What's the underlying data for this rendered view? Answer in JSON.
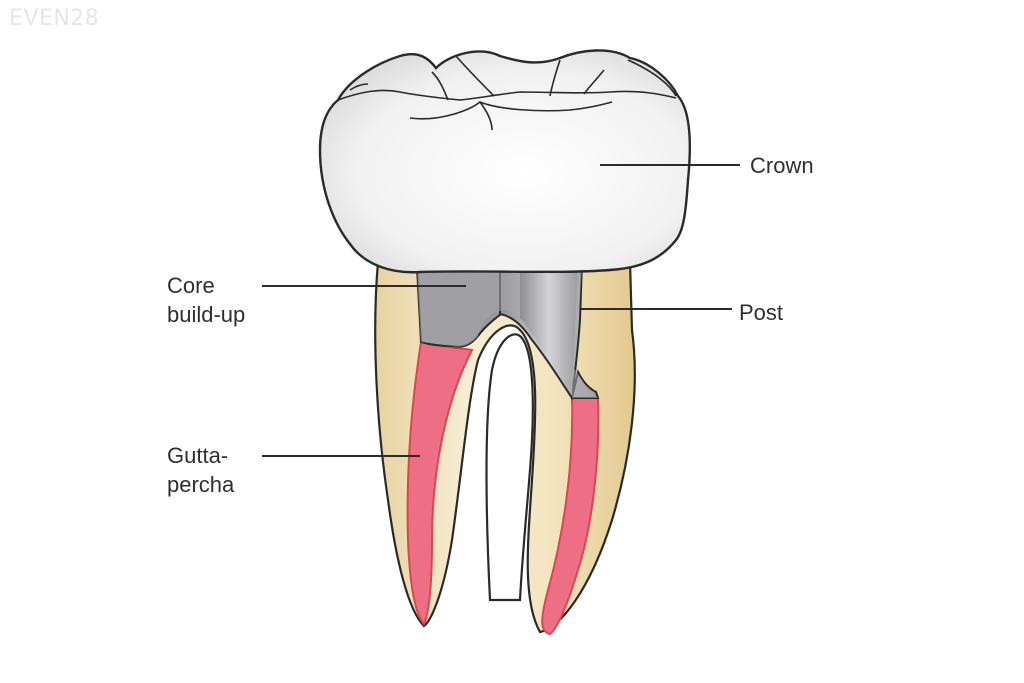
{
  "watermark": "EVEN28",
  "labels": {
    "crown": "Crown",
    "post": "Post",
    "core_line1": "Core",
    "core_line2": "build-up",
    "gutta_line1": "Gutta-",
    "gutta_line2": "percha"
  },
  "colors": {
    "crown": "#f4f4f4",
    "outline": "#2a2a2a",
    "dentin": "#f3e4bf",
    "core": "#9a9a9c",
    "post": "#c4c4c6",
    "gutta_percha": "#ee6f85",
    "gutta_edge": "#d9474f"
  }
}
